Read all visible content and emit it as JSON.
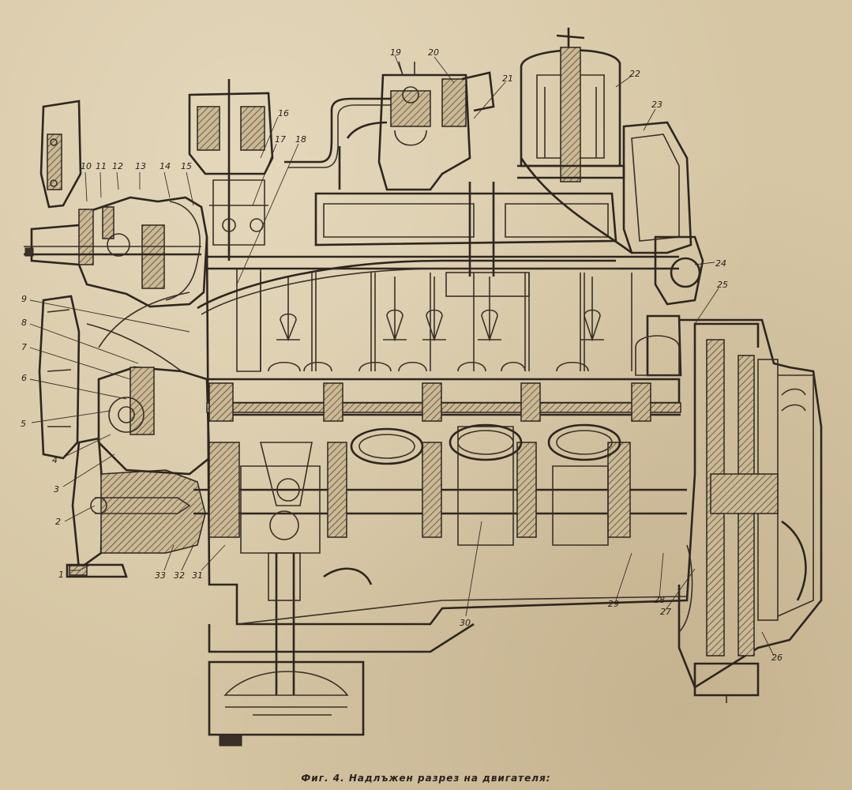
{
  "caption": {
    "figure": "Фиг. 4.",
    "title": "Надлъжен разрез на двигателя:"
  },
  "callouts": [
    "1",
    "2",
    "3",
    "4",
    "5",
    "6",
    "7",
    "8",
    "9",
    "10",
    "11",
    "12",
    "13",
    "14",
    "15",
    "16",
    "17",
    "18",
    "19",
    "20",
    "21",
    "22",
    "23",
    "24",
    "25",
    "26",
    "27",
    "28",
    "29",
    "30",
    "31",
    "32",
    "33"
  ],
  "colors": {
    "paper": "#d6c6a4",
    "ink": "#3a3027"
  }
}
